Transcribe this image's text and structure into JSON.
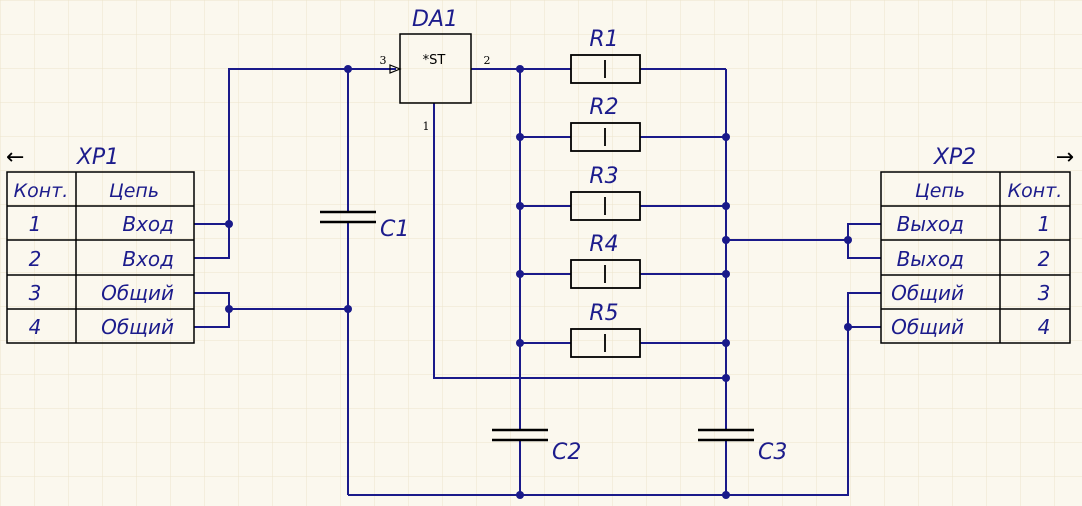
{
  "colors": {
    "background": "#FBF8EE",
    "grid": "#ECE4CC",
    "wire": "#1a1a8a",
    "component": "#000000",
    "label": "#1c1c8c"
  },
  "ic": {
    "ref": "DA1",
    "text": "*ST",
    "pin_in": "3",
    "pin_out": "2",
    "pin_gnd": "1"
  },
  "resistors": [
    "R1",
    "R2",
    "R3",
    "R4",
    "R5"
  ],
  "capacitors": [
    "C1",
    "C2",
    "C3"
  ],
  "xp1": {
    "ref": "XP1",
    "arrow": "←",
    "headers": {
      "contact": "Конт.",
      "net": "Цепь"
    },
    "rows": [
      {
        "contact": "1",
        "net": "Вход"
      },
      {
        "contact": "2",
        "net": "Вход"
      },
      {
        "contact": "3",
        "net": "Общий"
      },
      {
        "contact": "4",
        "net": "Общий"
      }
    ]
  },
  "xp2": {
    "ref": "XP2",
    "arrow": "→",
    "headers": {
      "net": "Цепь",
      "contact": "Конт."
    },
    "rows": [
      {
        "net": "Выход",
        "contact": "1"
      },
      {
        "net": "Выход",
        "contact": "2"
      },
      {
        "net": "Общий",
        "contact": "3"
      },
      {
        "net": "Общий",
        "contact": "4"
      }
    ]
  }
}
